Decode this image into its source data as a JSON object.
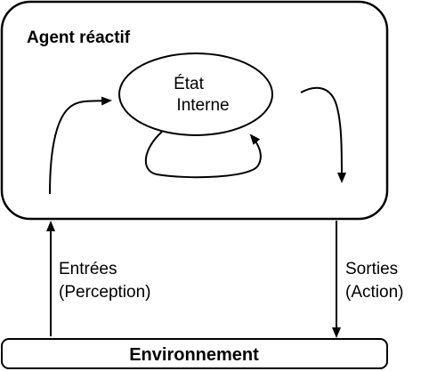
{
  "diagram": {
    "agent_title": "Agent réactif",
    "state_line1": "État",
    "state_line2": "Interne",
    "inputs_line1": "Entrées",
    "inputs_line2": "(Perception)",
    "outputs_line1": "Sorties",
    "outputs_line2": "(Action)",
    "environment": "Environnement"
  }
}
